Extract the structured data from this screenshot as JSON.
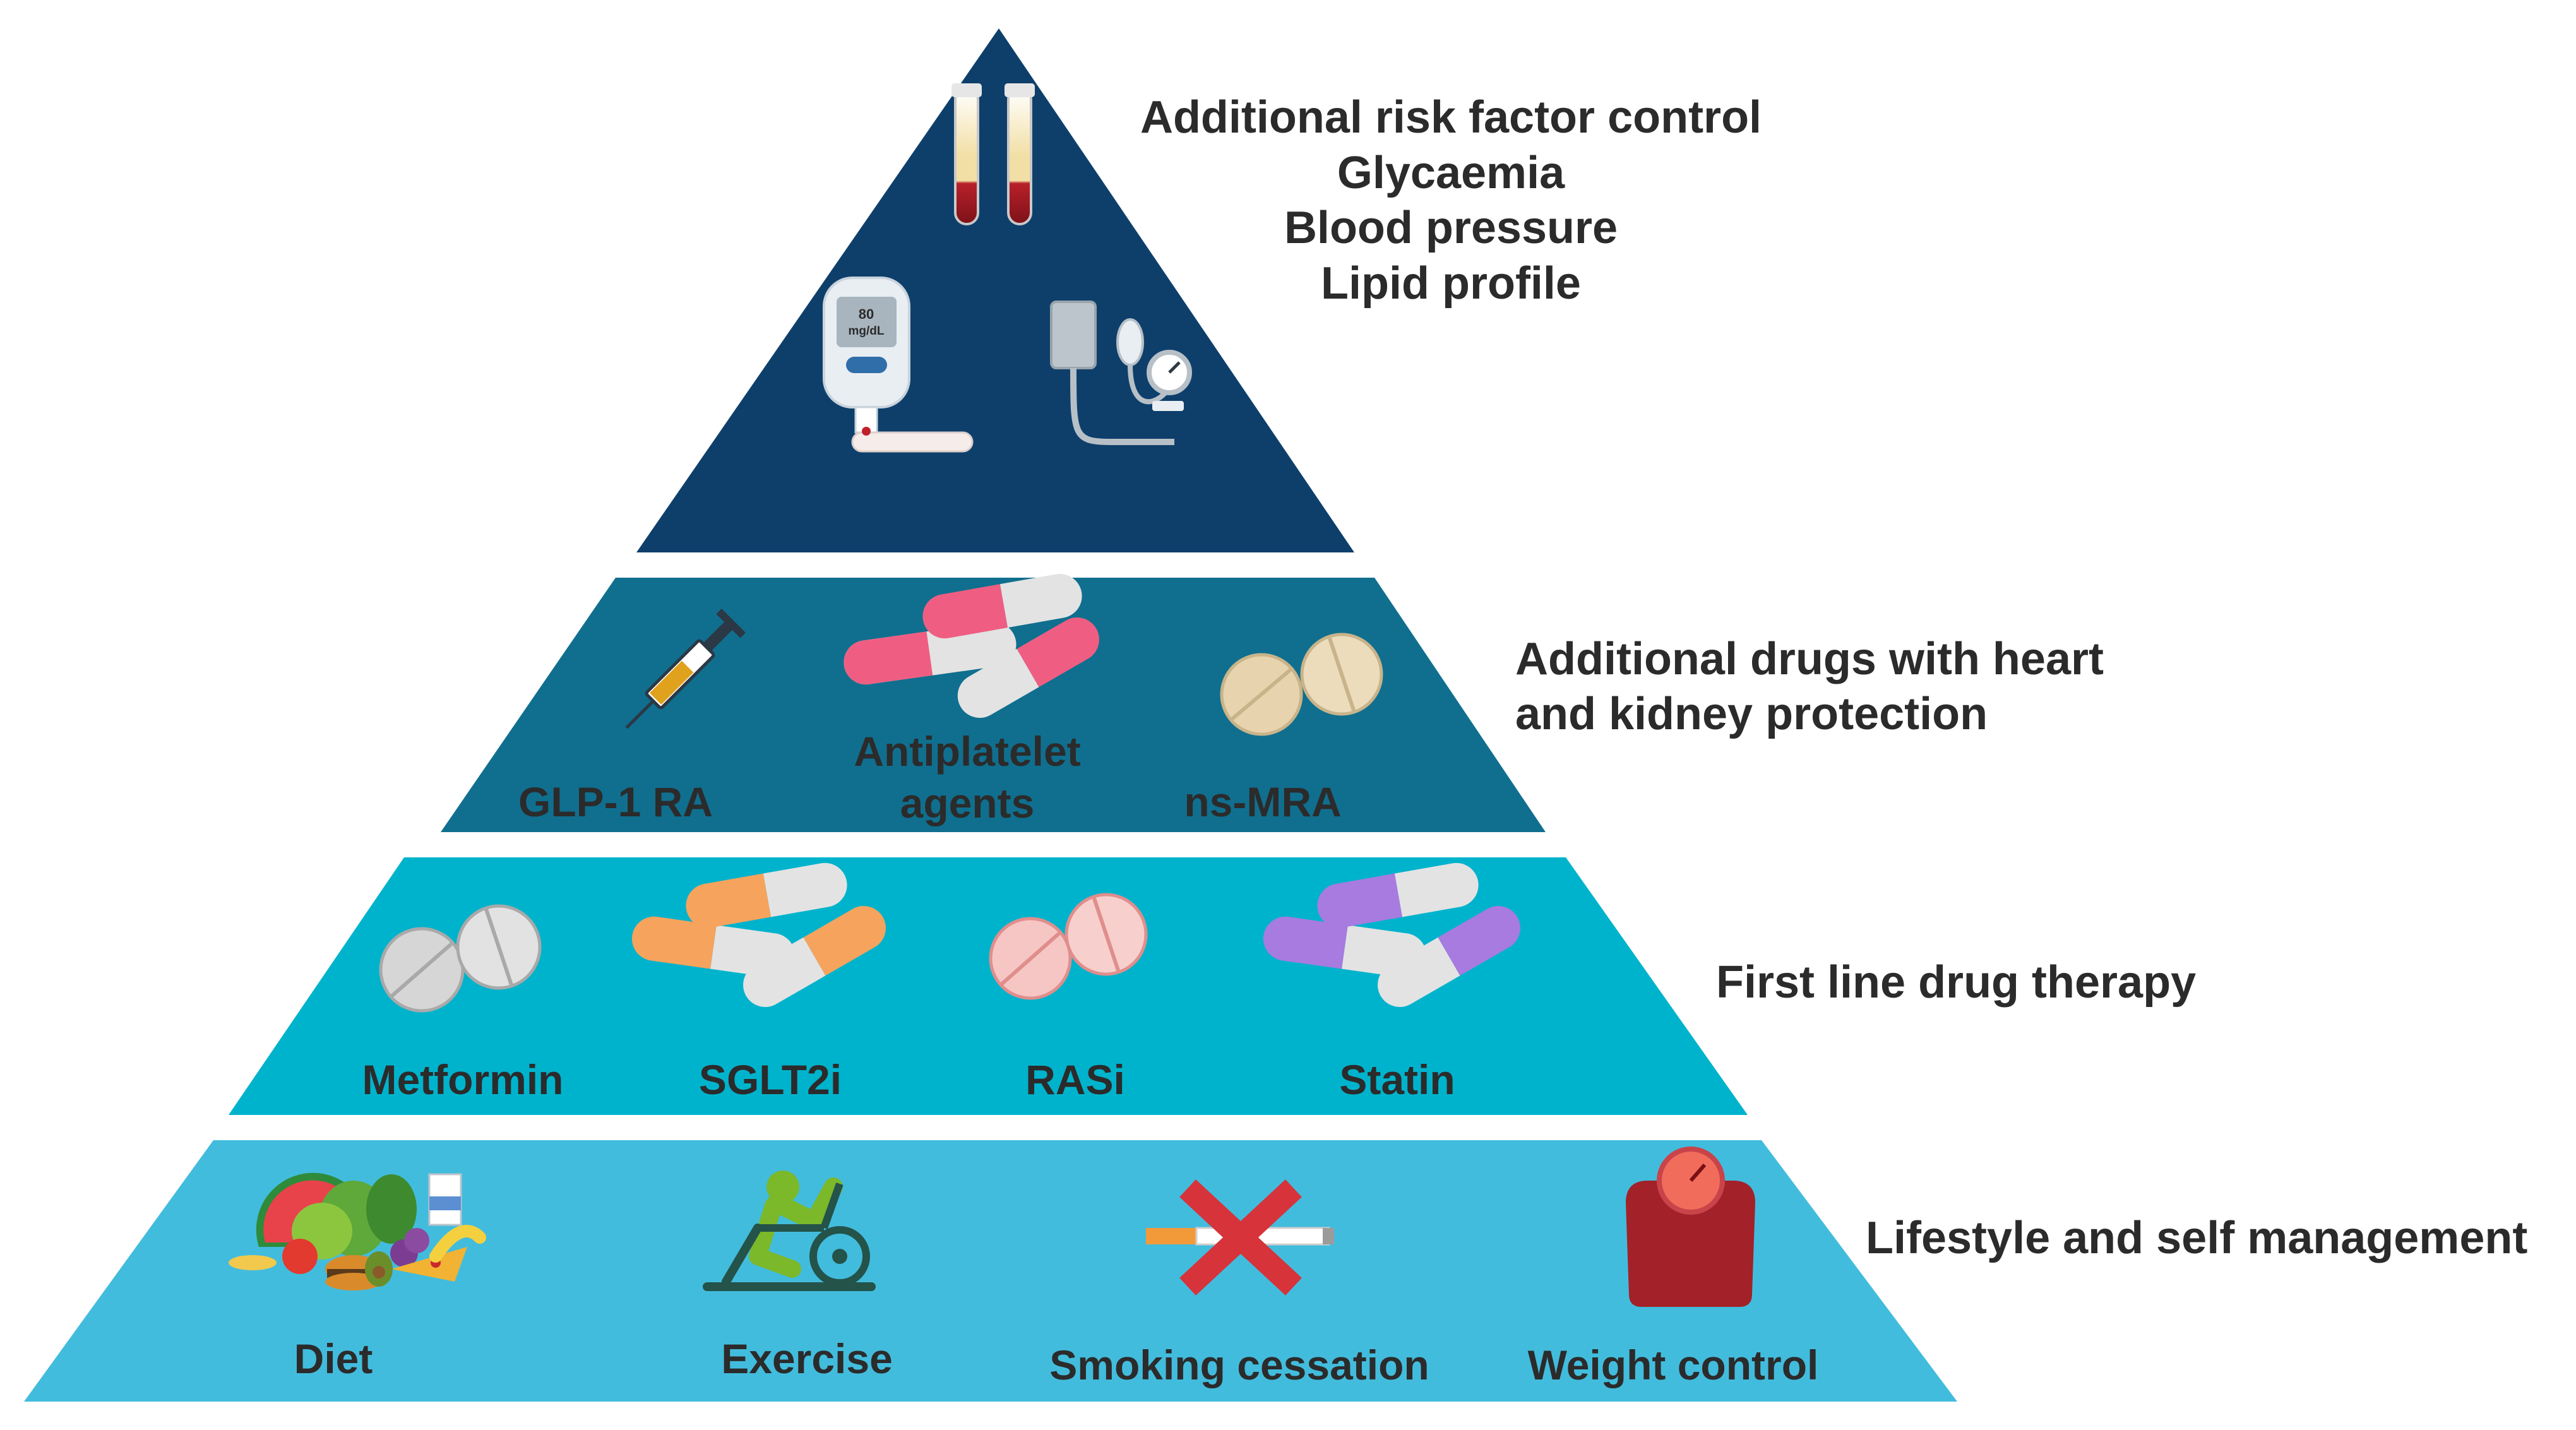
{
  "tiers": {
    "top": {
      "color": "#0e3f6b",
      "side_lines": [
        "Additional risk factor control",
        "Glycaemia",
        "Blood pressure",
        "Lipid profile"
      ],
      "icons": [
        "blood-tubes-icon",
        "glucometer-icon",
        "blood-pressure-monitor-icon"
      ]
    },
    "second": {
      "color": "#106f8f",
      "side_lines": [
        "Additional drugs with heart",
        "and kidney protection"
      ],
      "items": [
        {
          "label": "GLP-1 RA",
          "icon": "syringe-icon"
        },
        {
          "label_lines": [
            "Antiplatelet",
            "agents"
          ],
          "icon": "capsules-icon"
        },
        {
          "label": "ns-MRA",
          "icon": "tablets-icon"
        }
      ]
    },
    "third": {
      "color": "#00b3cc",
      "side_lines": [
        "First line drug therapy"
      ],
      "items": [
        {
          "label": "Metformin",
          "icon": "tablets-icon"
        },
        {
          "label": "SGLT2i",
          "icon": "capsules-icon"
        },
        {
          "label": "RASi",
          "icon": "tablets-icon"
        },
        {
          "label": "Statin",
          "icon": "capsules-icon"
        }
      ]
    },
    "base": {
      "color": "#42bcdd",
      "side_lines": [
        "Lifestyle and self management"
      ],
      "items": [
        {
          "label": "Diet",
          "icon": "food-icon"
        },
        {
          "label": "Exercise",
          "icon": "exercise-bike-icon"
        },
        {
          "label": "Smoking cessation",
          "icon": "no-smoking-icon"
        },
        {
          "label": "Weight control",
          "icon": "scale-icon"
        }
      ]
    }
  },
  "glucometer_display": {
    "value": "80",
    "unit": "mg/dL"
  }
}
